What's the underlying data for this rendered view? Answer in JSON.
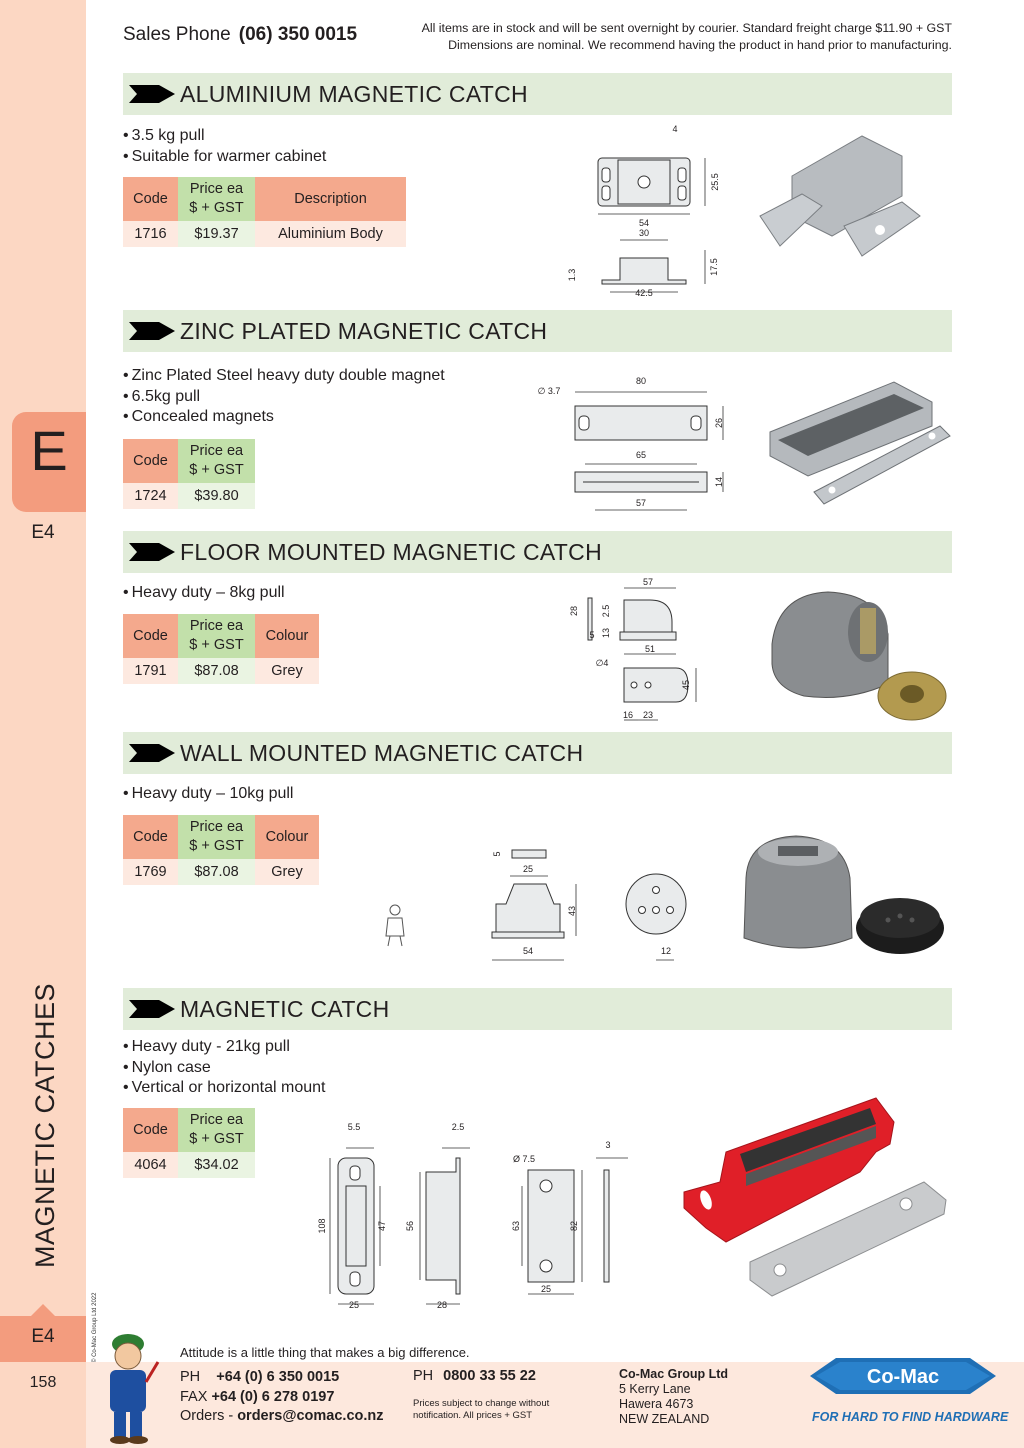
{
  "header": {
    "sales_label": "Sales Phone",
    "sales_phone": "(06) 350 0015",
    "notice_line1": "All items are in stock and will be sent overnight by courier. Standard freight charge $11.90 + GST",
    "notice_line2": "Dimensions are nominal. We recommend having the product in hand prior to manufacturing."
  },
  "sidebar": {
    "letter": "E",
    "page_code": "E4",
    "section_title": "MAGNETIC CATCHES",
    "copyright": "© Co-Mac Group Ltd 2022",
    "page_number": "158"
  },
  "products": [
    {
      "title": "ALUMINIUM MAGNETIC CATCH",
      "bullets": [
        "3.5 kg pull",
        "Suitable for warmer cabinet"
      ],
      "headers": [
        "Code",
        "Price ea",
        "$ + GST",
        "Description"
      ],
      "row": [
        "1716",
        "$19.37",
        "Aluminium Body"
      ],
      "dims": [
        "4",
        "25.5",
        "54",
        "30",
        "17.5",
        "1.3",
        "42.5"
      ]
    },
    {
      "title": "ZINC PLATED MAGNETIC CATCH",
      "bullets": [
        "Zinc Plated Steel heavy duty double magnet",
        "6.5kg pull",
        "Concealed magnets"
      ],
      "headers": [
        "Code",
        "Price ea",
        "$ + GST"
      ],
      "row": [
        "1724",
        "$39.80"
      ],
      "dims": [
        "∅ 3.7",
        "80",
        "26",
        "65",
        "14",
        "57"
      ]
    },
    {
      "title": "FLOOR MOUNTED MAGNETIC CATCH",
      "bullets": [
        "Heavy duty – 8kg pull"
      ],
      "headers": [
        "Code",
        "Price ea",
        "$ + GST",
        "Colour"
      ],
      "row": [
        "1791",
        "$87.08",
        "Grey"
      ],
      "dims": [
        "57",
        "28",
        "2.5",
        "13",
        "5",
        "51",
        "∅4",
        "45",
        "16",
        "23"
      ]
    },
    {
      "title": "WALL MOUNTED MAGNETIC CATCH",
      "bullets": [
        "Heavy duty – 10kg pull"
      ],
      "headers": [
        "Code",
        "Price ea",
        "$ + GST",
        "Colour"
      ],
      "row": [
        "1769",
        "$87.08",
        "Grey"
      ],
      "dims": [
        "5",
        "25",
        "43",
        "54",
        "12"
      ]
    },
    {
      "title": "MAGNETIC CATCH",
      "bullets": [
        "Heavy duty - 21kg pull",
        "Nylon case",
        "Vertical or horizontal mount"
      ],
      "headers": [
        "Code",
        "Price ea",
        "$ + GST"
      ],
      "row": [
        "4064",
        "$34.02"
      ],
      "dims": [
        "5.5",
        "2.5",
        "108",
        "47",
        "56",
        "25",
        "28",
        "Ø 7.5",
        "3",
        "63",
        "82",
        "25"
      ]
    }
  ],
  "footer": {
    "attitude": "Attitude is a little thing that makes a big difference.",
    "ph_label": "PH",
    "ph_value": "+64 (0) 6 350 0015",
    "fax_label": "FAX",
    "fax_value": "+64 (0) 6 278 0197",
    "orders_label": "Orders -",
    "orders_value": "orders@comac.co.nz",
    "free_label": "PH",
    "free_value": "0800 33 55 22",
    "prices_line1": "Prices subject to change without",
    "prices_line2": "notification. All prices + GST",
    "company": "Co-Mac Group Ltd",
    "address1": "5 Kerry Lane",
    "address2": "Hawera 4673",
    "address3": "NEW ZEALAND",
    "logo_text": "Co-Mac",
    "tagline": "FOR HARD TO FIND HARDWARE"
  },
  "colors": {
    "bar_bg": "#e1ecd9",
    "header_code_bg": "#f4a98d",
    "header_price_bg": "#c2e0aa",
    "sidebar_bg": "#fcd7c3",
    "tab_bg": "#f39c7e",
    "logo_blue": "#1f6fb5"
  }
}
